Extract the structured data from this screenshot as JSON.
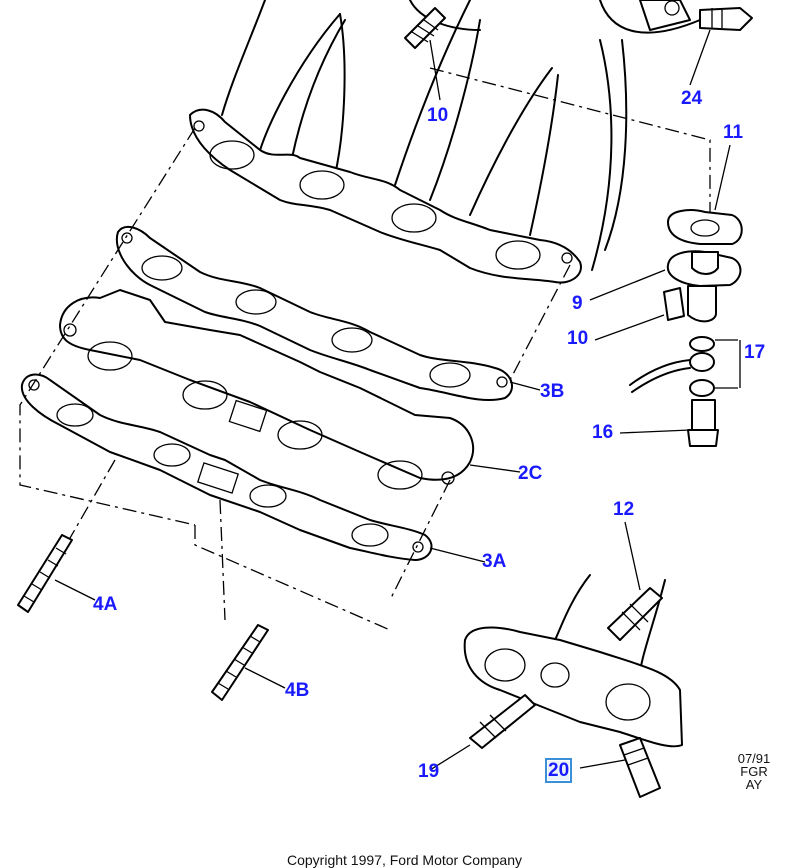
{
  "callouts": [
    {
      "label": "10"
    },
    {
      "label": "24"
    },
    {
      "label": "11"
    },
    {
      "label": "9"
    },
    {
      "label": "10"
    },
    {
      "label": "17"
    },
    {
      "label": "16"
    },
    {
      "label": "3B"
    },
    {
      "label": "2C"
    },
    {
      "label": "3A"
    },
    {
      "label": "4A"
    },
    {
      "label": "4B"
    },
    {
      "label": "12"
    },
    {
      "label": "19"
    },
    {
      "label": "20"
    }
  ],
  "stamp": {
    "date": "07/91",
    "code1": "FGR",
    "code2": "AY"
  },
  "copyright": "Copyright 1997, Ford Motor Company",
  "colors": {
    "callout": "#1a1aff",
    "selection": "#3a8fd8"
  }
}
